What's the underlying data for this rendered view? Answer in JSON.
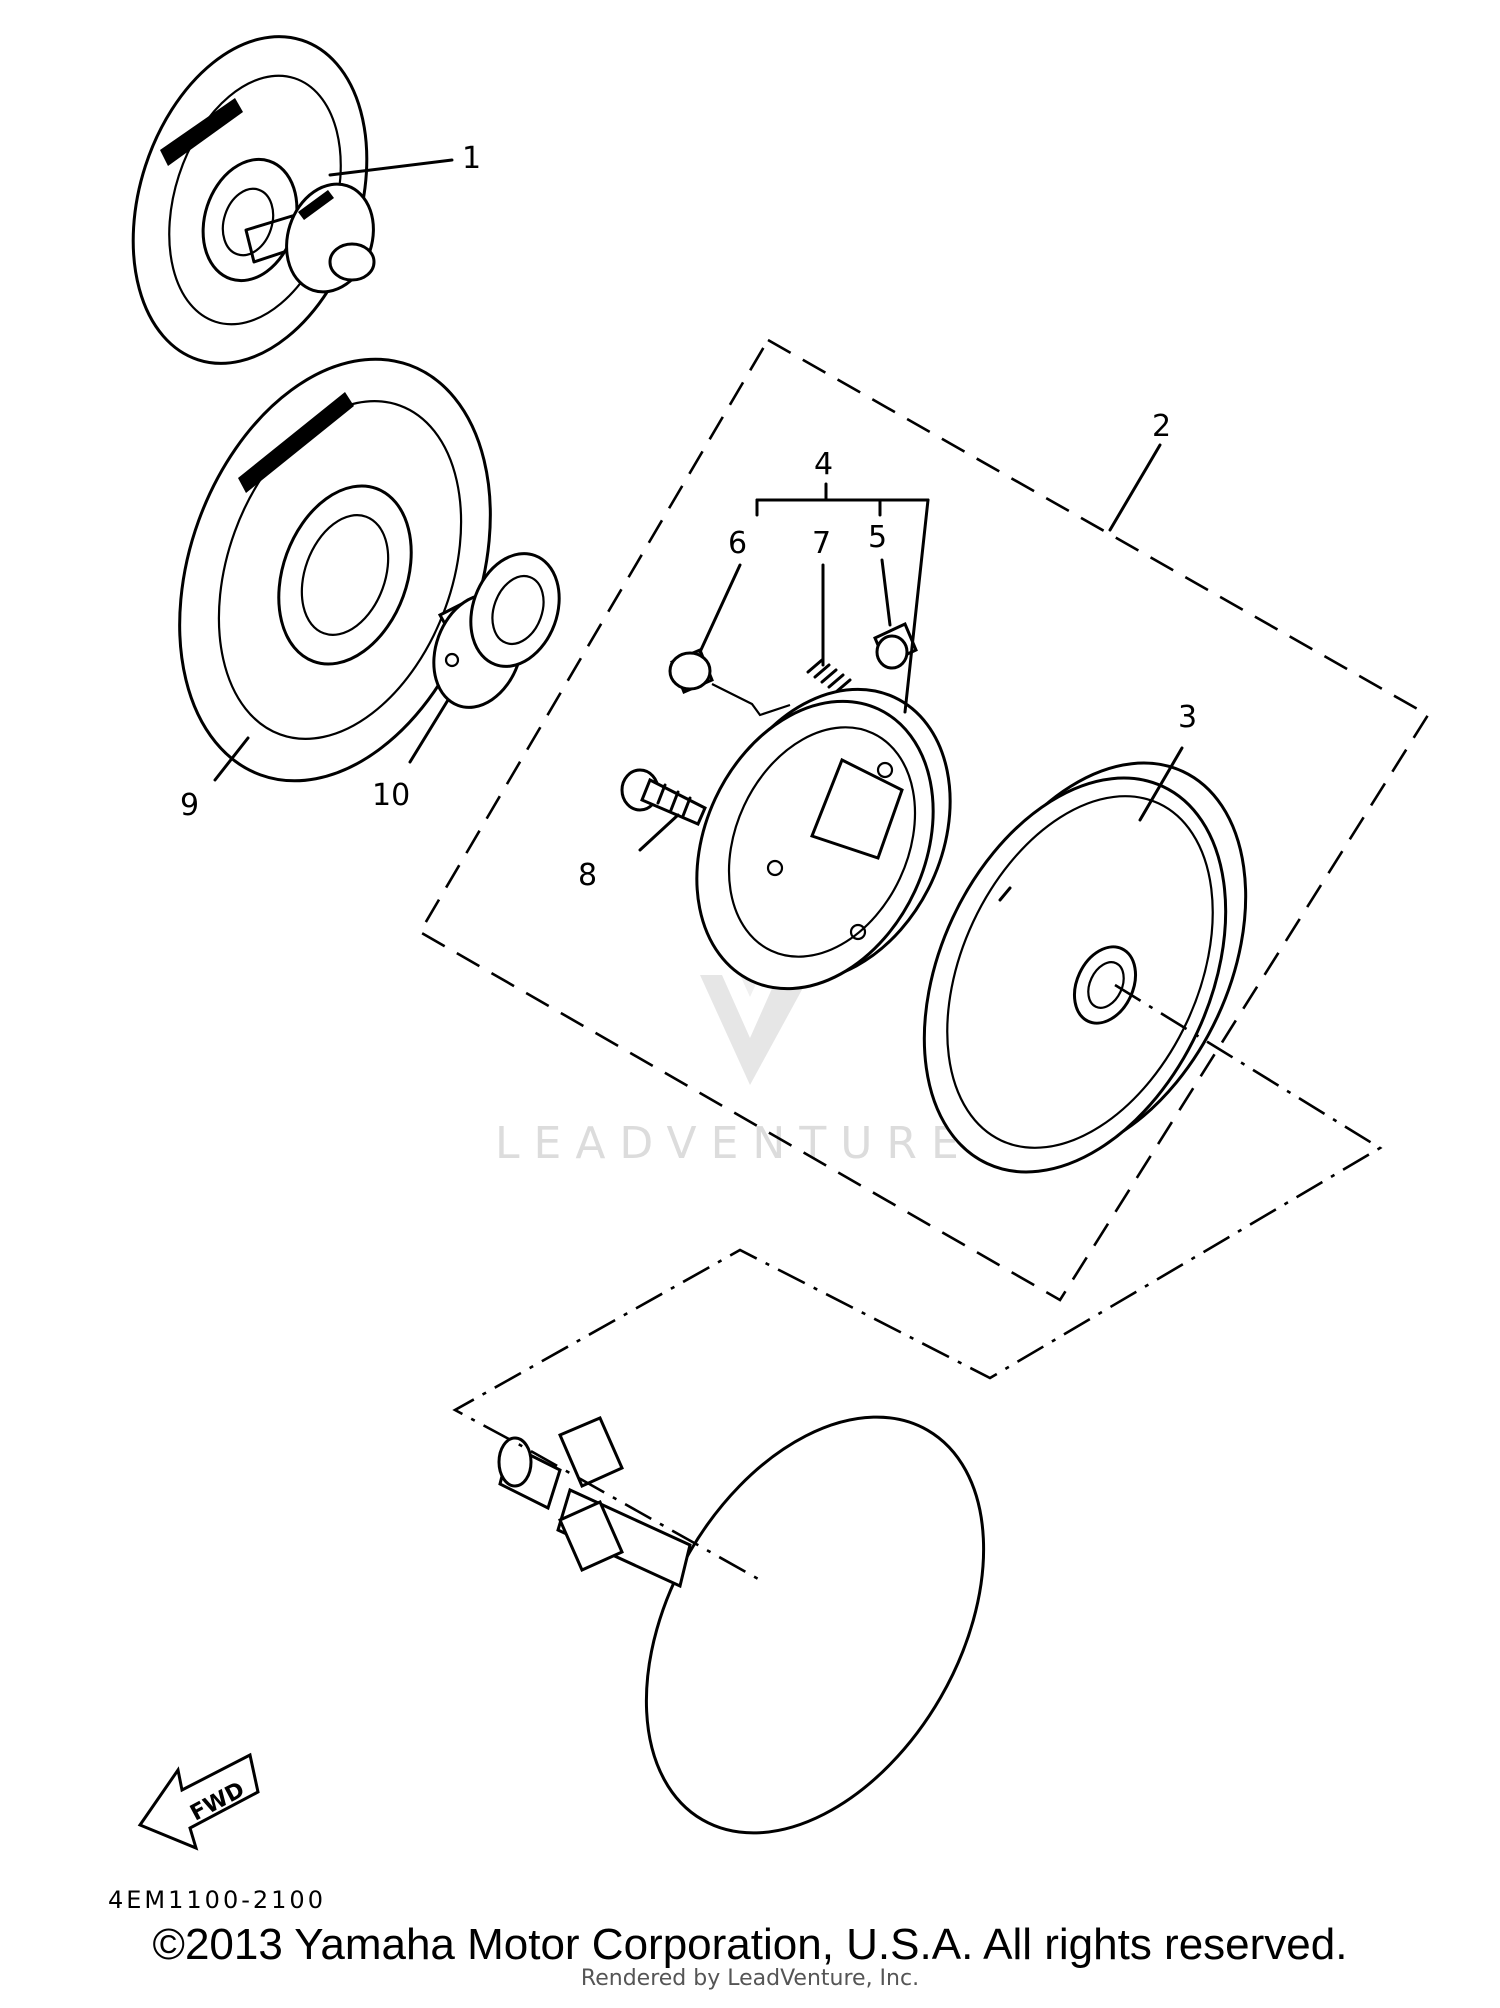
{
  "diagram": {
    "callouts": [
      "1",
      "2",
      "3",
      "4",
      "5",
      "6",
      "7",
      "8",
      "9",
      "10"
    ],
    "diagram_code": "4EM1100-2100",
    "fwd_label": "FWD",
    "watermark": "LEADVENTURE",
    "copyright": "©2013 Yamaha Motor Corporation, U.S.A. All rights reserved.",
    "rendered_by": "Rendered by LeadVenture, Inc."
  }
}
